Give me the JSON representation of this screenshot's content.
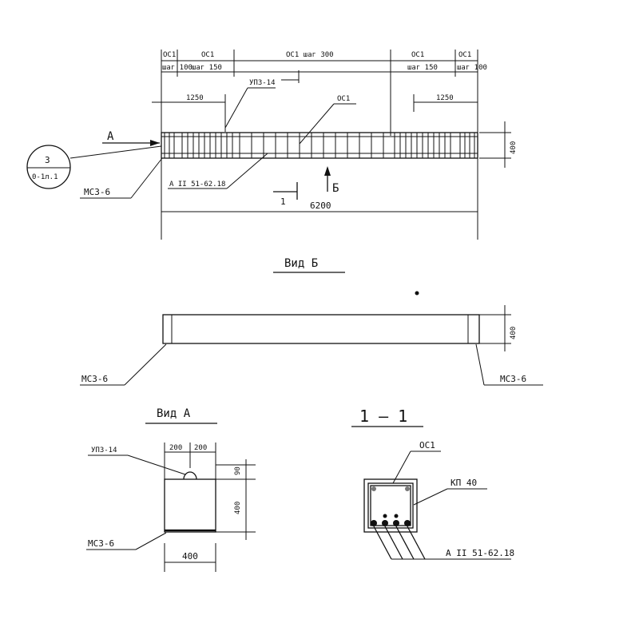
{
  "top_view": {
    "oc1_left_end": "ОС1",
    "step_100_left": "шаг 100",
    "oc1_left": "ОС1",
    "step_150_left": "шаг 150",
    "oc1_middle": "ОС1 шаг 300",
    "oc1_right": "ОС1",
    "step_150_right": "шаг 150",
    "oc1_right_end": "ОС1",
    "step_100_right": "шаг 100",
    "dim_1250_left": "1250",
    "dim_1250_right": "1250",
    "up3_label": "УП3-14",
    "oc1_callout": "ОС1",
    "arrow_a": "А",
    "height_400": "400",
    "section_ref_top": "3",
    "section_ref_bottom": "0-1л.1",
    "mc3_label": "МС3-6",
    "rebar_label": "А II 51-62.18",
    "cut_mark_1": "1",
    "view_b_arrow": "Б",
    "total_length": "6200"
  },
  "view_b": {
    "title": "Вид Б",
    "height_400": "400",
    "mc3_left": "МС3-6",
    "mc3_right": "МС3-6"
  },
  "view_a": {
    "title": "Вид А",
    "up3_label": "УП3-14",
    "dim_200_a": "200",
    "dim_200_b": "200",
    "dim_90": "90",
    "height_400": "400",
    "mc3_label": "МС3-6",
    "width_400": "400"
  },
  "section_1_1": {
    "title": "1 — 1",
    "oc1_label": "ОС1",
    "kp_label": "КП 40",
    "rebar_label": "А II 51-62.18"
  }
}
